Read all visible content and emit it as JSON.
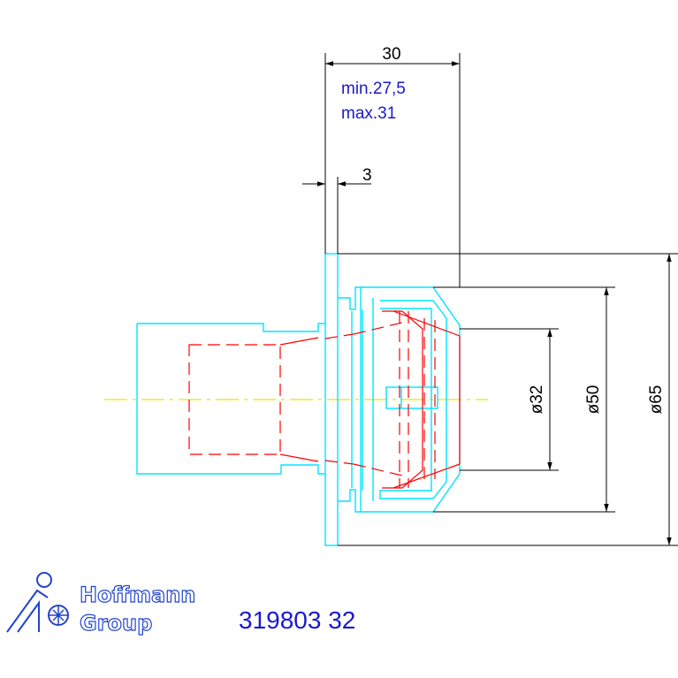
{
  "colors": {
    "background": "#ffffff",
    "dimension": "#000000",
    "outline": "#00e5ff",
    "hidden_lines": "#ff0000",
    "centerline": "#e8e800",
    "note": "#1a1acc",
    "brand": "#2244cc"
  },
  "dimensions": {
    "width_total": "30",
    "min_note": "min.27,5",
    "max_note": "max.31",
    "flange": "3",
    "dia_32": "ø32",
    "dia_50": "ø50",
    "dia_65": "ø65"
  },
  "logo": {
    "line1": "Hoffmann",
    "line2": "Group",
    "icon": "hoffmann-group-figure-icon"
  },
  "part_number": "319803 32"
}
